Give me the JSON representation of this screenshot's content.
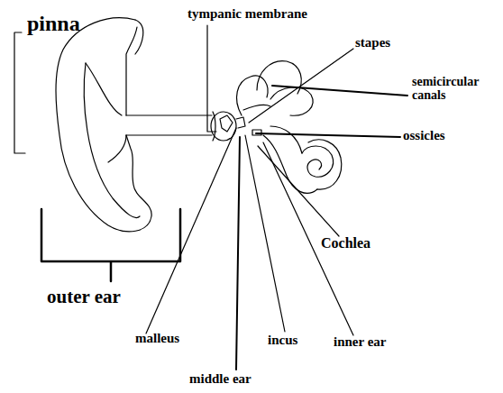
{
  "diagram": {
    "labels": [
      "pinna",
      "tympanic membrane",
      "stapes",
      "semicircular canals",
      "ossicles",
      "Cochlea",
      "outer ear",
      "malleus",
      "incus",
      "inner ear",
      "middle ear"
    ]
  }
}
